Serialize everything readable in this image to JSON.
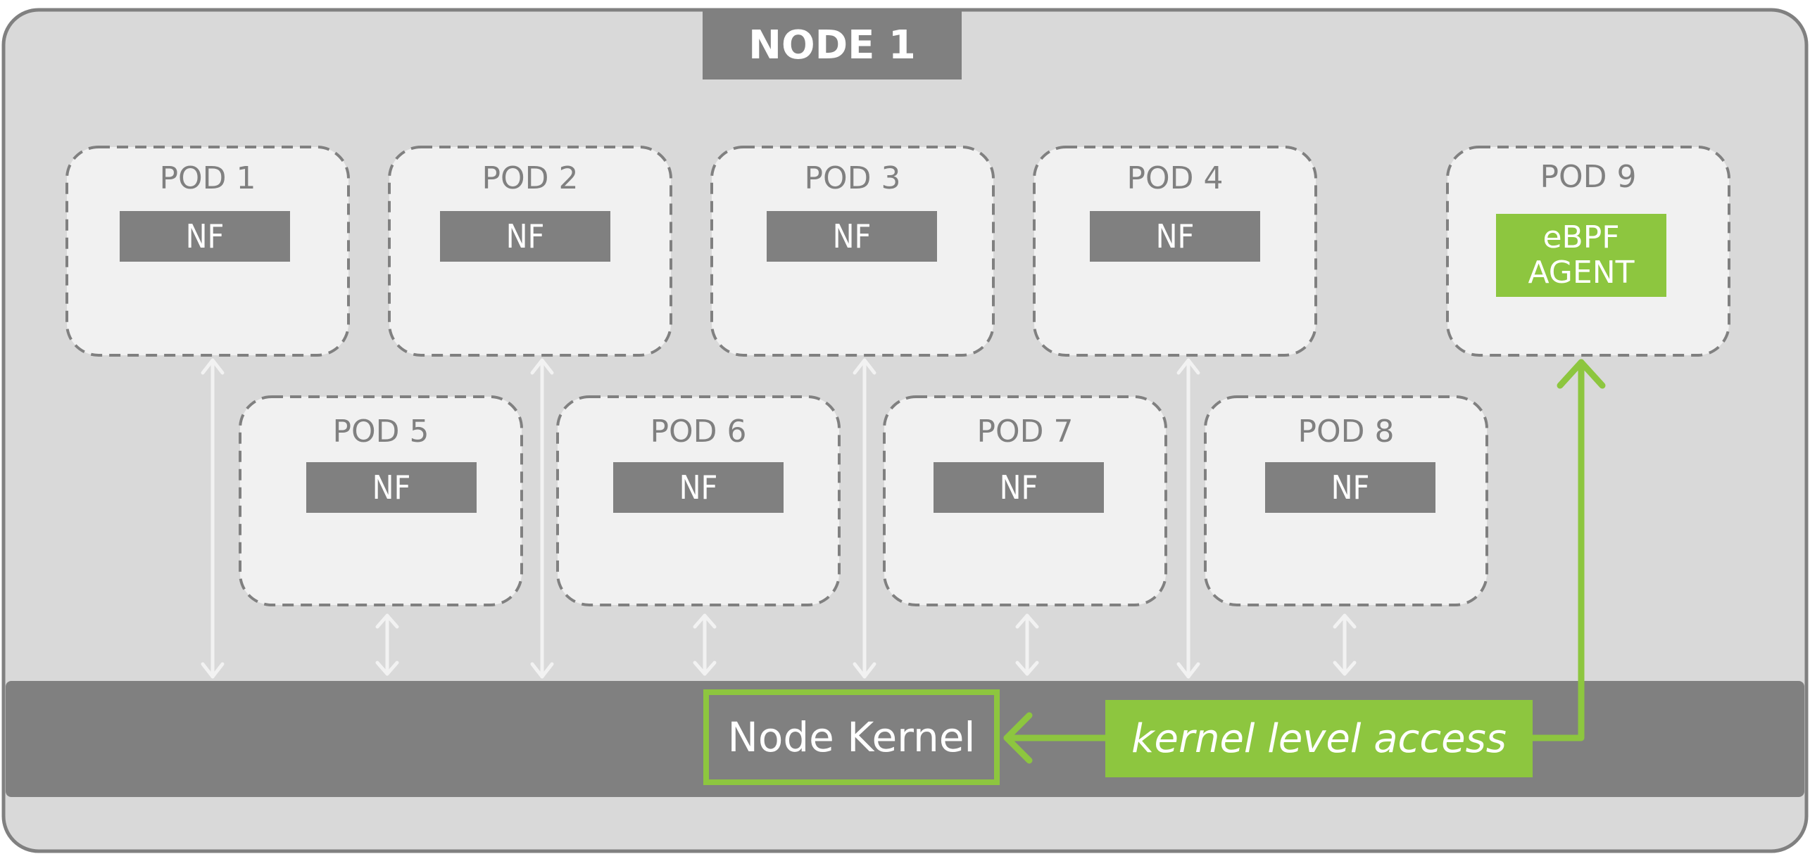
{
  "node": {
    "title": "NODE 1"
  },
  "pods": [
    {
      "label": "POD 1",
      "component": "NF"
    },
    {
      "label": "POD 2",
      "component": "NF"
    },
    {
      "label": "POD 3",
      "component": "NF"
    },
    {
      "label": "POD 4",
      "component": "NF"
    },
    {
      "label": "POD 5",
      "component": "NF"
    },
    {
      "label": "POD 6",
      "component": "NF"
    },
    {
      "label": "POD 7",
      "component": "NF"
    },
    {
      "label": "POD 8",
      "component": "NF"
    },
    {
      "label": "POD 9",
      "component_line1": "eBPF",
      "component_line2": "AGENT"
    }
  ],
  "kernel": {
    "label": "Node Kernel"
  },
  "access": {
    "label": "kernel level access"
  },
  "colors": {
    "accent": "#8dc63f",
    "dark_gray": "#808080",
    "node_bg": "#d9d9d9",
    "pod_bg": "#f1f1f1"
  },
  "icons": [
    "double-arrow-icon",
    "access-arrow-icon"
  ]
}
